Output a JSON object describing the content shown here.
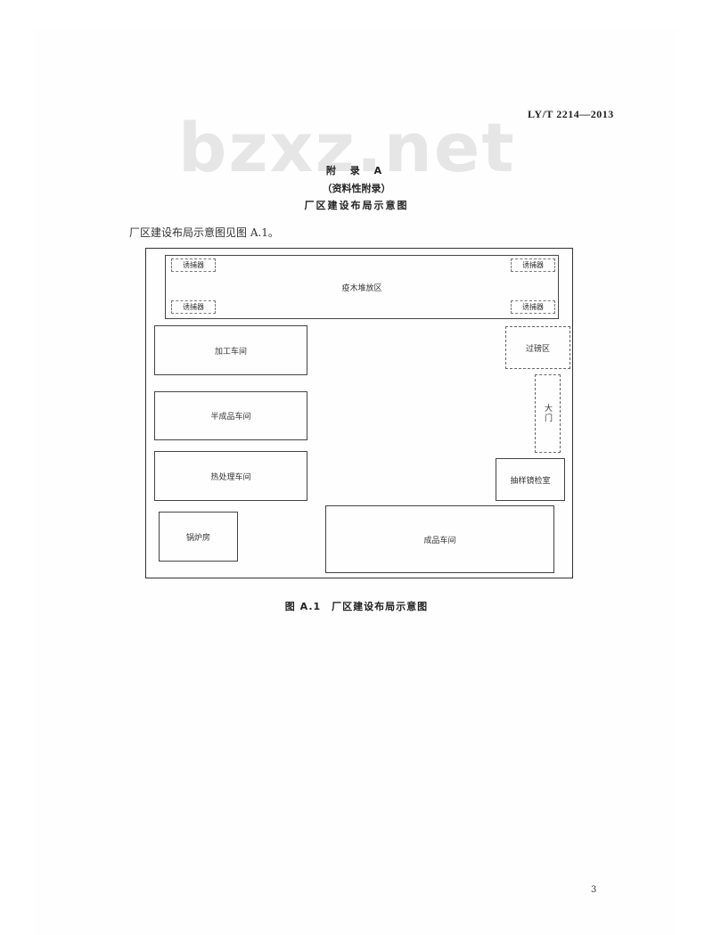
{
  "header": {
    "standard_code": "LY/T 2214—2013"
  },
  "watermark": "bzxz.net",
  "appendix": {
    "title": "附 录 A",
    "subtitle": "（资料性附录）",
    "heading": "厂区建设布局示意图"
  },
  "intro_text": "厂区建设布局示意图见图 A.1。",
  "diagram": {
    "storage_area": "疫木堆放区",
    "trap_label": "诱捕器",
    "processing_workshop": "加工车间",
    "semi_finished_workshop": "半成品车间",
    "heat_treatment_workshop": "热处理车间",
    "boiler_room": "锅炉房",
    "finished_workshop": "成品车间",
    "weighbridge_area": "过磅区",
    "main_gate": "大门",
    "inspection_room": "抽样镜检室"
  },
  "figure_caption": "图 A.1　厂区建设布局示意图",
  "page_number": "3"
}
